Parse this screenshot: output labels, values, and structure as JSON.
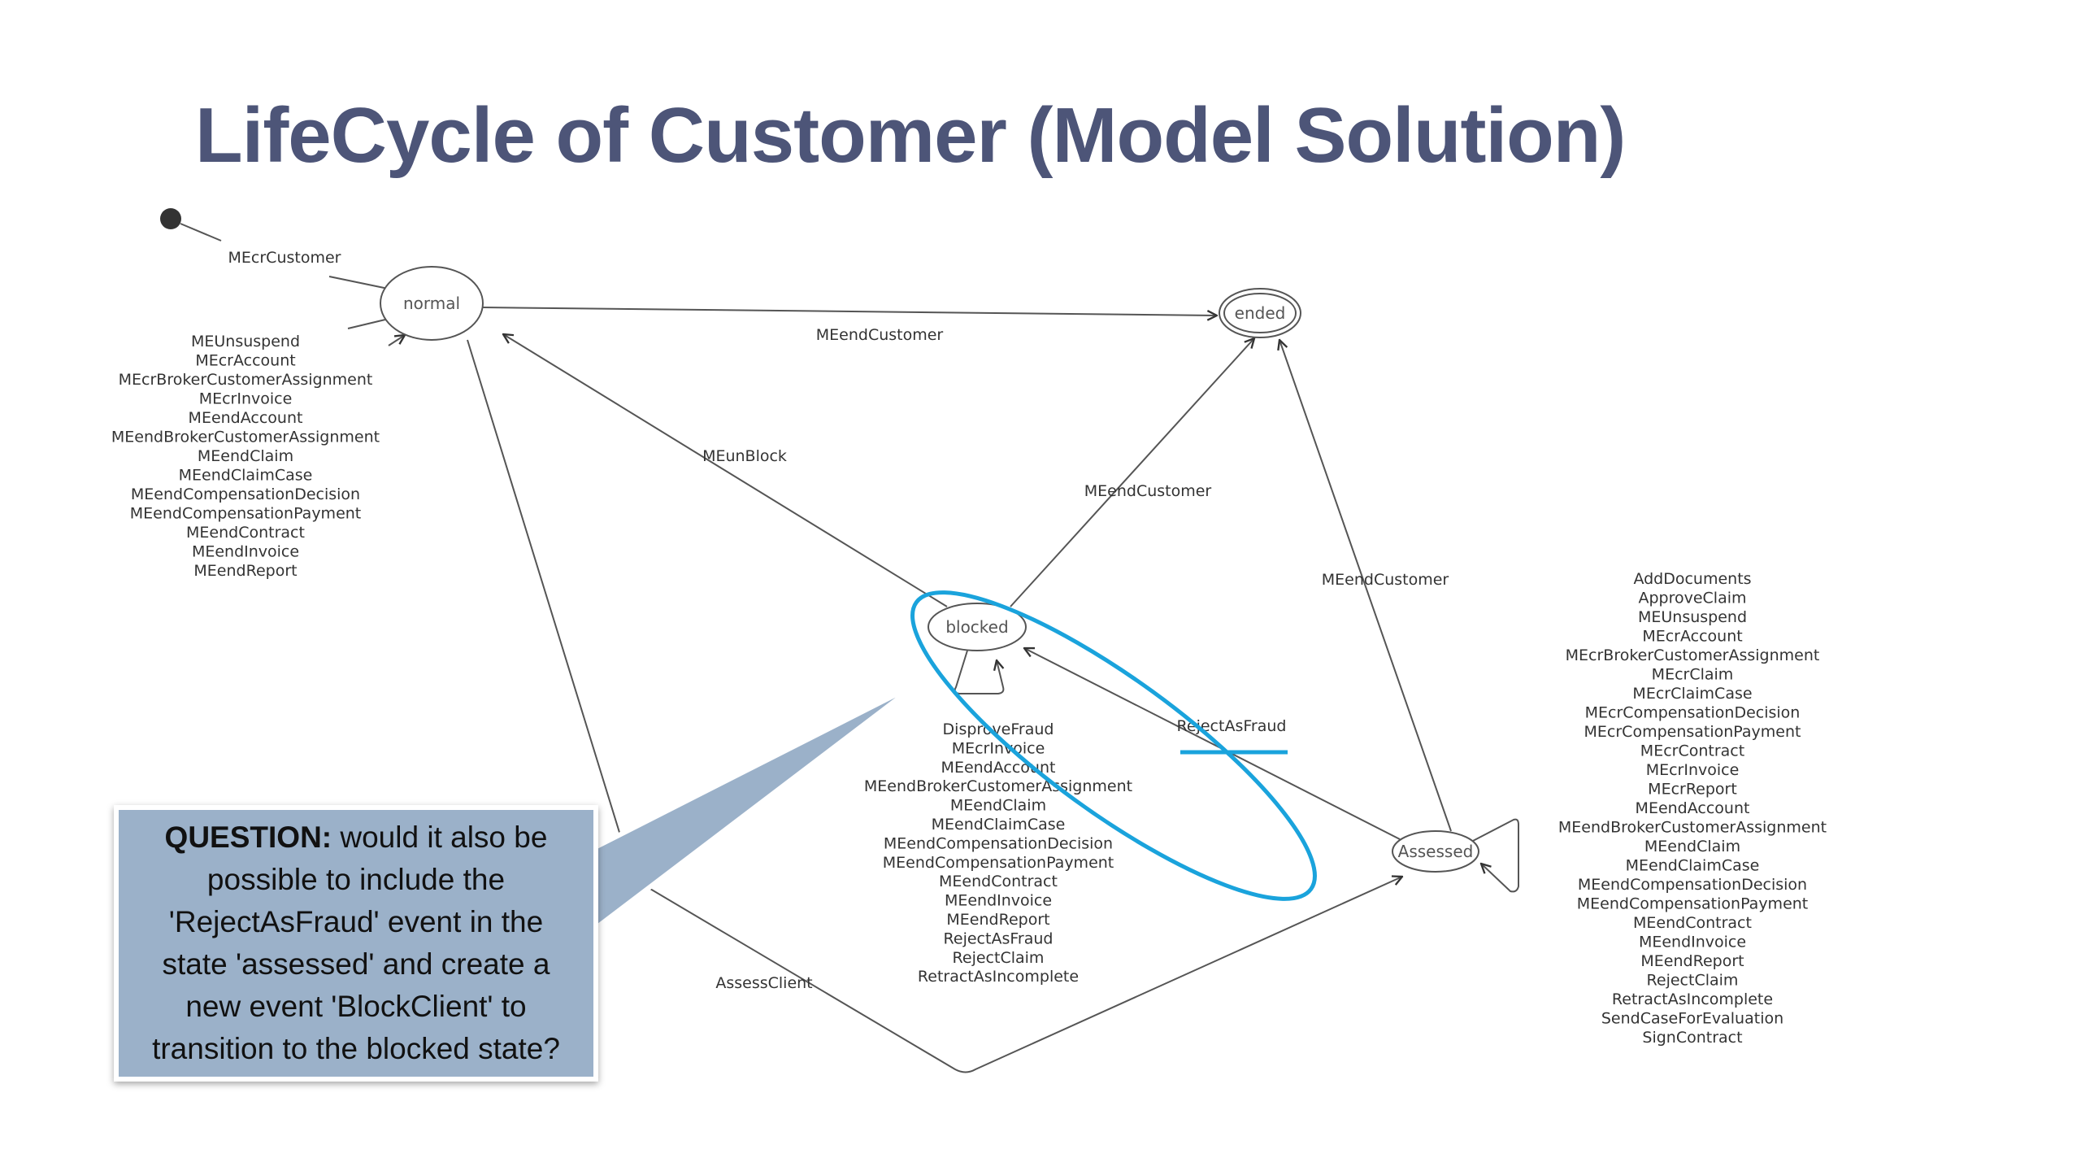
{
  "title": "LifeCycle of Customer (Model Solution)",
  "states": {
    "normal": "normal",
    "ended": "ended",
    "blocked": "blocked",
    "assessed": "Assessed"
  },
  "transitions": {
    "initial_to_normal": "MEcrCustomer",
    "normal_to_ended": "MEendCustomer",
    "blocked_to_normal": "MEunBlock",
    "blocked_to_ended": "MEendCustomer",
    "assessed_to_ended": "MEendCustomer",
    "assessed_to_blocked": "RejectAsFraud",
    "normal_to_assessed": "AssessClient"
  },
  "normal_self_loop_events": [
    "MEUnsuspend",
    "MEcrAccount",
    "MEcrBrokerCustomerAssignment",
    "MEcrInvoice",
    "MEendAccount",
    "MEendBrokerCustomerAssignment",
    "MEendClaim",
    "MEendClaimCase",
    "MEendCompensationDecision",
    "MEendCompensationPayment",
    "MEendContract",
    "MEendInvoice",
    "MEendReport"
  ],
  "blocked_self_loop_events": [
    "DisproveFraud",
    "MEcrInvoice",
    "MEendAccount",
    "MEendBrokerCustomerAssignment",
    "MEendClaim",
    "MEendClaimCase",
    "MEendCompensationDecision",
    "MEendCompensationPayment",
    "MEendContract",
    "MEendInvoice",
    "MEendReport",
    "RejectAsFraud",
    "RejectClaim",
    "RetractAsIncomplete"
  ],
  "assessed_self_loop_events": [
    "AddDocuments",
    "ApproveClaim",
    "MEUnsuspend",
    "MEcrAccount",
    "MEcrBrokerCustomerAssignment",
    "MEcrClaim",
    "MEcrClaimCase",
    "MEcrCompensationDecision",
    "MEcrCompensationPayment",
    "MEcrContract",
    "MEcrInvoice",
    "MEcrReport",
    "MEendAccount",
    "MEendBrokerCustomerAssignment",
    "MEendClaim",
    "MEendClaimCase",
    "MEendCompensationDecision",
    "MEendCompensationPayment",
    "MEendContract",
    "MEendInvoice",
    "MEendReport",
    "RejectClaim",
    "RetractAsIncomplete",
    "SendCaseForEvaluation",
    "SignContract"
  ],
  "callout": {
    "label": "QUESTION:",
    "text": " would it also be possible to include the 'RejectAsFraud' event in the state 'assessed' and create a new event 'BlockClient' to transition to the blocked state?"
  },
  "colors": {
    "title": "#4d5578",
    "highlight": "#1aa3dc",
    "callout_fill": "#9bb1c9"
  }
}
